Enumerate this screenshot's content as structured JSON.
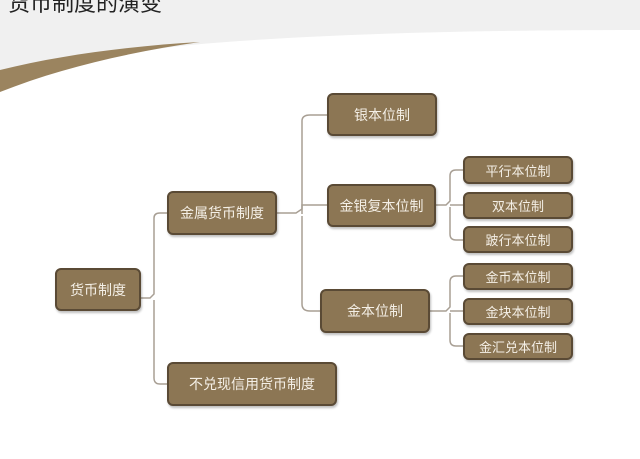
{
  "title": "货币制度的演变",
  "colors": {
    "node_fill": "#8c7654",
    "node_border": "#5a4a35",
    "line": "#a89f94"
  },
  "root": "货币制度",
  "level1": [
    "金属货币制度",
    "不兑现信用货币制度"
  ],
  "metal": [
    "银本位制",
    "金银复本位制",
    "金本位制"
  ],
  "bimetal": [
    "平行本位制",
    "双本位制",
    "跛行本位制"
  ],
  "gold": [
    "金币本位制",
    "金块本位制",
    "金汇兑本位制"
  ]
}
